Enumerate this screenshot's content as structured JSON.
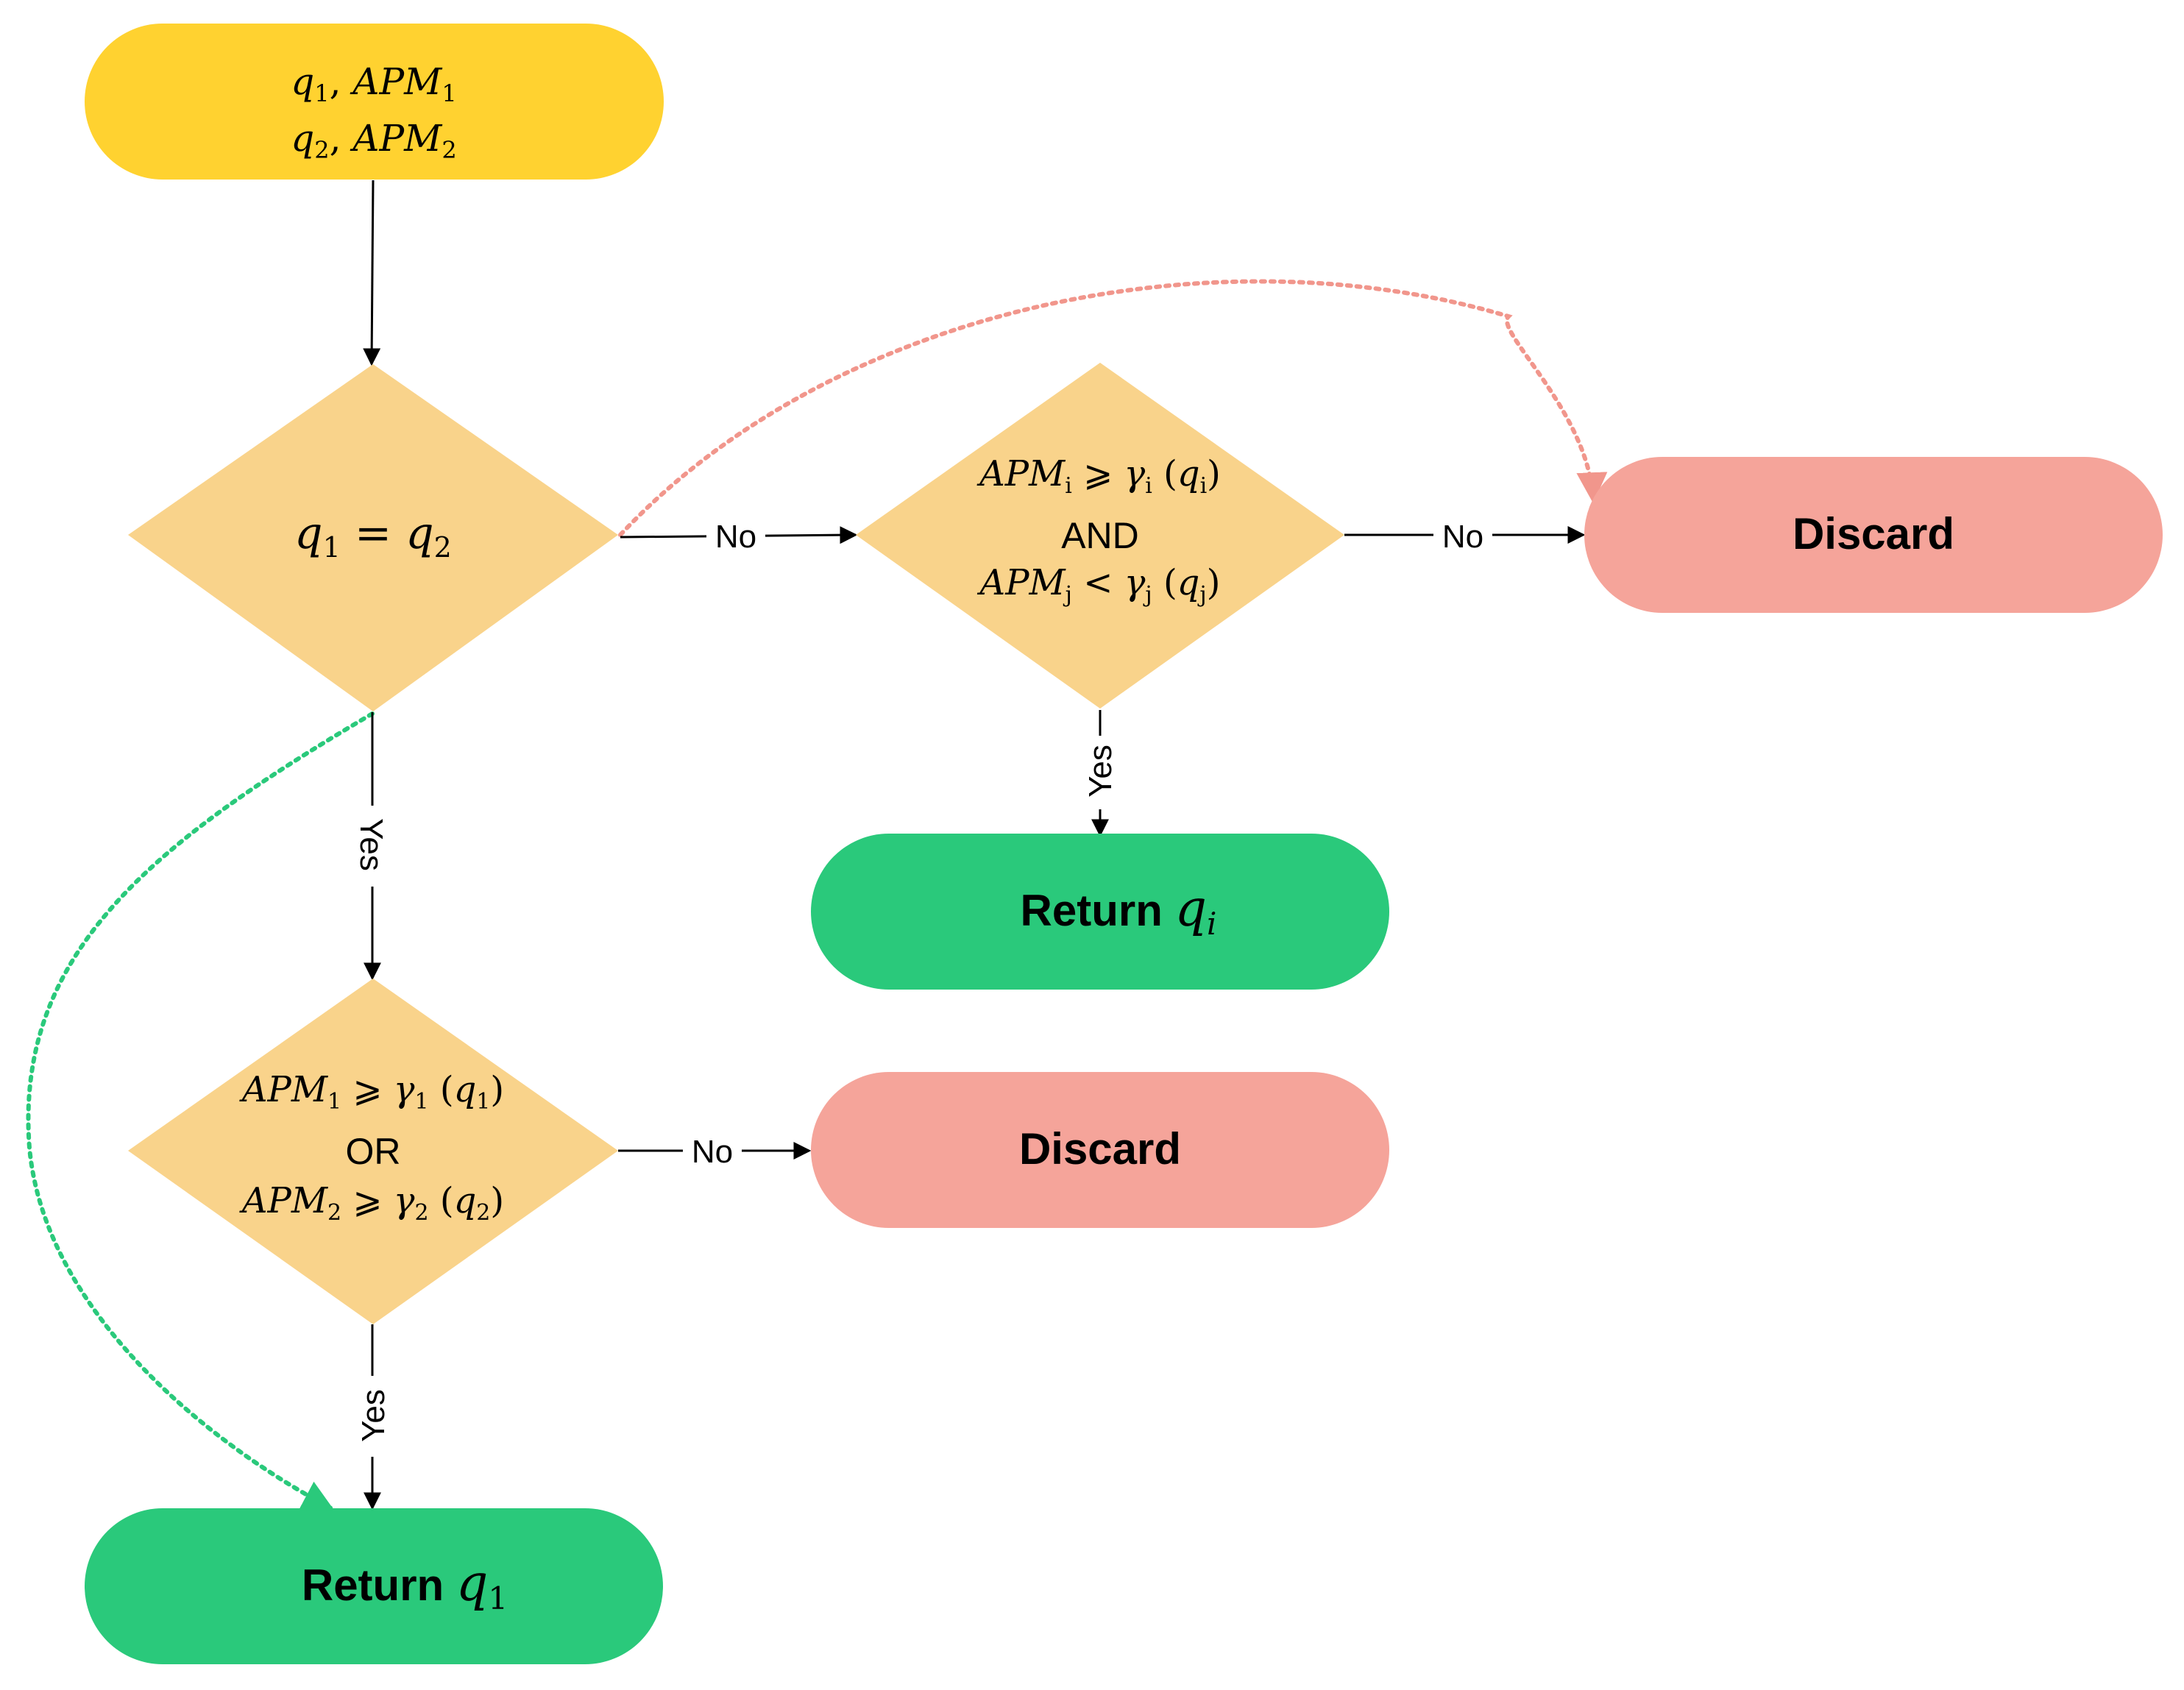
{
  "colors": {
    "start": "#FFD230",
    "decision": "#F9D38B",
    "accept": "#2AC97B",
    "reject": "#F5A49A",
    "reject_dotted": "#F1968C",
    "accept_dotted": "#2AC97B",
    "line": "#000000"
  },
  "start": {
    "line1_q": "q",
    "line1_sub": "1",
    "line1_sep": ", ",
    "line1_apm": "APM",
    "line1_apm_sub": "1",
    "line2_q": "q",
    "line2_sub": "2",
    "line2_sep": ", ",
    "line2_apm": "APM",
    "line2_apm_sub": "2"
  },
  "decision1": {
    "lhs": "q",
    "lhs_sub": "1",
    "op": " = ",
    "rhs": "q",
    "rhs_sub": "2"
  },
  "decision2": {
    "line1_apm": "APM",
    "line1_apm_sub": "i",
    "line1_op": " ⩾ ",
    "line1_gamma": "γ",
    "line1_gamma_sub": "i",
    "line1_open": " (",
    "line1_q": "q",
    "line1_q_sub": "i",
    "line1_close": ")",
    "connector": "AND",
    "line2_apm": "APM",
    "line2_apm_sub": "j",
    "line2_op": " < ",
    "line2_gamma": "γ",
    "line2_gamma_sub": "j",
    "line2_open": " (",
    "line2_q": "q",
    "line2_q_sub": "j",
    "line2_close": ")"
  },
  "decision3": {
    "line1_apm": "APM",
    "line1_apm_sub": "1",
    "line1_op": " ⩾ ",
    "line1_gamma": "γ",
    "line1_gamma_sub": "1",
    "line1_open": " (",
    "line1_q": "q",
    "line1_q_sub": "1",
    "line1_close": ")",
    "connector": "OR",
    "line2_apm": "APM",
    "line2_apm_sub": "2",
    "line2_op": " ⩾ ",
    "line2_gamma": "γ",
    "line2_gamma_sub": "2",
    "line2_open": " (",
    "line2_q": "q",
    "line2_q_sub": "2",
    "line2_close": ")"
  },
  "discard_top": {
    "label": "Discard"
  },
  "discard_mid": {
    "label": "Discard"
  },
  "return_qi": {
    "label": "Return ",
    "q": "q",
    "q_sub": "i"
  },
  "return_q1": {
    "label": "Return ",
    "q": "q",
    "q_sub": "1"
  },
  "edges": {
    "d1_no": "No",
    "d2_no": "No",
    "d2_yes": "Yes",
    "d1_yes": "Yes",
    "d3_no": "No",
    "d3_yes": "Yes"
  }
}
